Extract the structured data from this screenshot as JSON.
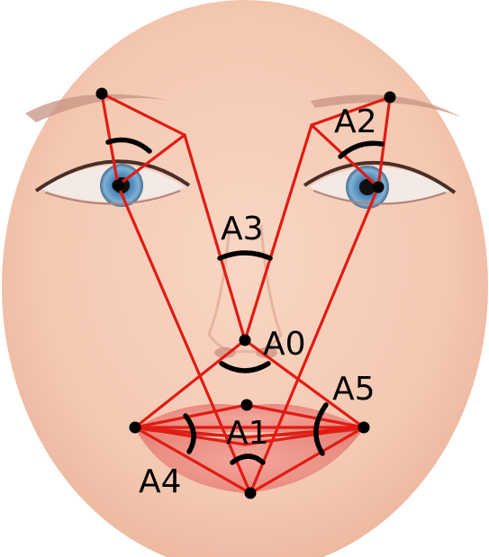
{
  "diagram": {
    "angle_labels": [
      {
        "id": "A0",
        "text": "A0"
      },
      {
        "id": "A1",
        "text": "A1"
      },
      {
        "id": "A2",
        "text": "A2"
      },
      {
        "id": "A3",
        "text": "A3"
      },
      {
        "id": "A4",
        "text": "A4"
      },
      {
        "id": "A5",
        "text": "A5"
      }
    ],
    "colors": {
      "connector_lines": "#e11b14",
      "landmark_points": "#000000",
      "angle_arcs": "#000000",
      "skin": "#f5cbb5",
      "background": "#ffffff"
    },
    "illustration": "face-photo-with-facial-landmark-angles"
  }
}
